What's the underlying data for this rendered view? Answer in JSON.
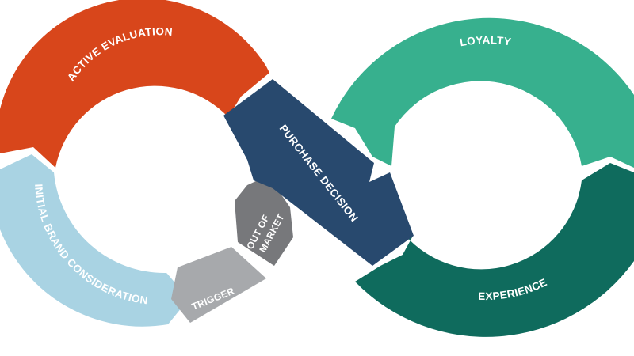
{
  "diagram": {
    "segments": {
      "active_evaluation": {
        "label": "ACTIVE EVALUATION",
        "color": "#d8461b"
      },
      "initial_brand_consideration": {
        "label": "INITIAL BRAND CONSIDERATION",
        "color": "#a9d3e3"
      },
      "trigger": {
        "label": "TRIGGER",
        "color": "#a7a9ac"
      },
      "out_of_market": {
        "label_line1": "OUT OF",
        "label_line2": "MARKET",
        "color": "#77787b"
      },
      "purchase_decision": {
        "label": "PURCHASE DECISION",
        "color": "#28496e"
      },
      "loyalty": {
        "label": "LOYALTY",
        "color": "#37b08e"
      },
      "experience": {
        "label": "EXPERIENCE",
        "color": "#0f6b5d"
      }
    }
  }
}
